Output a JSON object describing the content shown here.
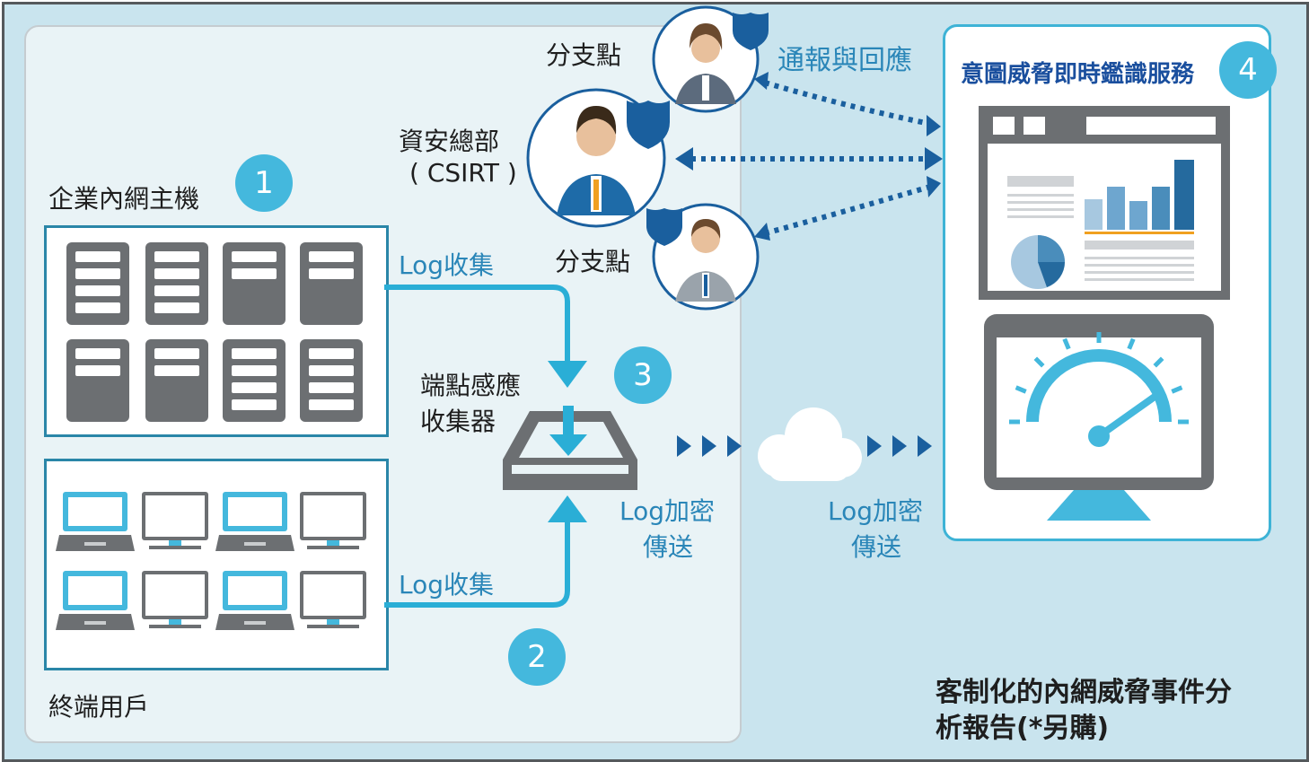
{
  "diagram": {
    "labels": {
      "branch_top": "分支點",
      "hq_line1": "資安總部",
      "hq_line2": "( CSIRT )",
      "branch_bottom": "分支點",
      "notify": "通報與回應",
      "service_title": "意圖威脅即時鑑識服務",
      "servers": "企業內網主機",
      "endpoints": "終端用戶",
      "log_collect_top": "Log收集",
      "log_collect_bottom": "Log收集",
      "collector_line1": "端點感應",
      "collector_line2": "收集器",
      "encrypt_left_line1": "Log加密",
      "encrypt_left_line2": "傳送",
      "encrypt_right_line1": "Log加密",
      "encrypt_right_line2": "傳送",
      "report_line1": "客制化的內網威脅事件分",
      "report_line2": "析報告(*另購)"
    },
    "steps": {
      "one": "1",
      "two": "2",
      "three": "3",
      "four": "4"
    },
    "colors": {
      "frame_bg": "#c9e4ee",
      "panel_left_bg": "#e9f3f6",
      "accent": "#44b8dd",
      "dark_blue": "#1a5f9e",
      "device_gray": "#6c6f72",
      "label_blue": "#2a86b8"
    },
    "icons": [
      "server-icon",
      "laptop-icon",
      "monitor-icon",
      "collector-tray-icon",
      "cloud-icon",
      "person-icon",
      "shield-icon",
      "dashboard-icon",
      "gauge-icon"
    ]
  }
}
